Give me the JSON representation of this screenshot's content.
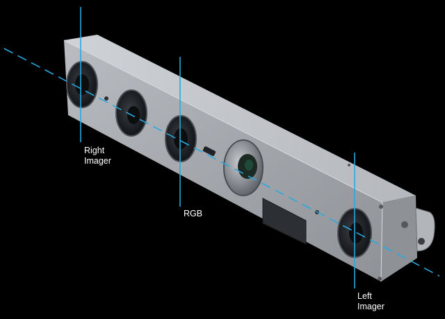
{
  "labels": {
    "right_imager": "Right\nImager",
    "rgb": "RGB",
    "left_imager": "Left\nImager"
  },
  "colors": {
    "background": "#000000",
    "guide_line": "#29a9e0",
    "housing_front": "#a9adb2",
    "housing_top": "#c6c9cd",
    "housing_end": "#8e9297",
    "lens": "#2a2d31",
    "label_text": "#ffffff"
  }
}
